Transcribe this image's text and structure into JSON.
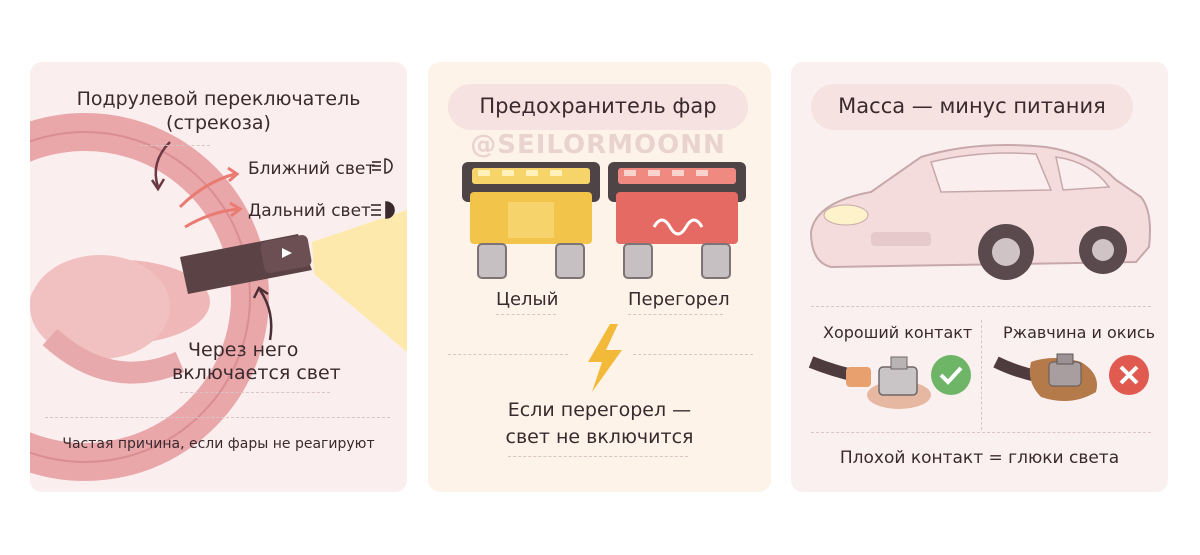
{
  "panel1": {
    "title_line1": "Подрулевой переключатель",
    "title_line2": "(стрекоза)",
    "low_beam": "Ближний свет",
    "high_beam": "Дальний свет",
    "through_line1": "Через него",
    "through_line2": "включается свет",
    "caption": "Частая причина, если фары не реагируют",
    "low_beam_icon": "low-beam-icon",
    "high_beam_icon": "high-beam-icon"
  },
  "panel2": {
    "title": "Предохранитель фар",
    "watermark": "@SEILORMOONN",
    "intact": "Целый",
    "blown": "Перегорел",
    "if_line1": "Если перегорел —",
    "if_line2": "свет не включится",
    "colors": {
      "intact_fuse": "#f3c44a",
      "blown_fuse": "#e46a63"
    }
  },
  "panel3": {
    "title": "Масса — минус питания",
    "good_contact": "Хороший контакт",
    "rust": "Ржавчина и окись",
    "bottom": "Плохой контакт = глюки света",
    "colors": {
      "ok": "#6fb567",
      "bad": "#e05a50"
    }
  }
}
